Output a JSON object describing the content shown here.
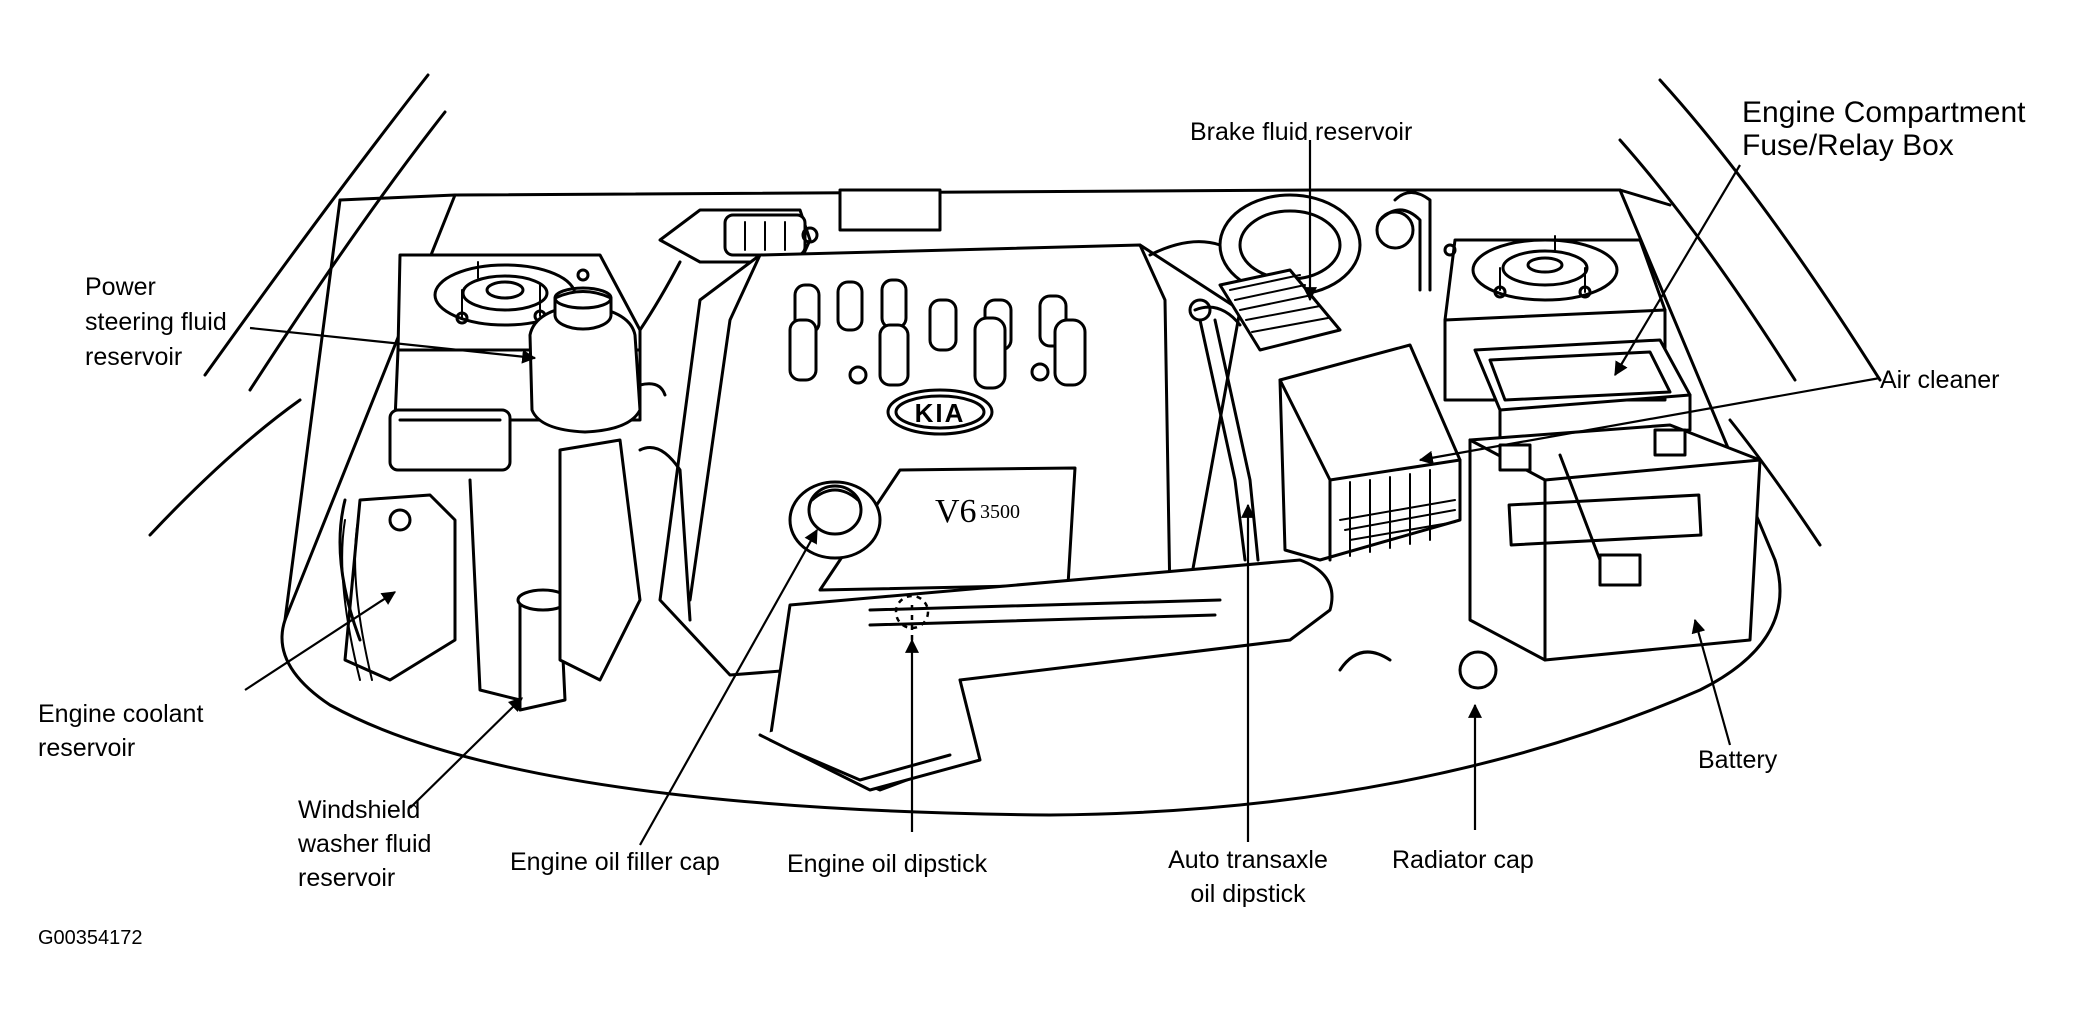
{
  "labels": {
    "power_steering": [
      "Power",
      "steering fluid",
      "reservoir"
    ],
    "brake_fluid": "Brake fluid reservoir",
    "fuse_relay": [
      "Engine Compartment",
      "Fuse/Relay Box"
    ],
    "air_cleaner": "Air cleaner",
    "engine_coolant": [
      "Engine coolant",
      "reservoir"
    ],
    "washer_fluid": [
      "Windshield",
      "washer fluid",
      "reservoir"
    ],
    "oil_filler": "Engine oil filler cap",
    "oil_dipstick": "Engine oil dipstick",
    "transaxle_dipstick": [
      "Auto transaxle",
      "oil dipstick"
    ],
    "radiator_cap": "Radiator cap",
    "battery": "Battery"
  },
  "engine_badge": {
    "logo": "KIA",
    "model": "V6",
    "displacement": "3500"
  },
  "figure_id": "G00354172"
}
